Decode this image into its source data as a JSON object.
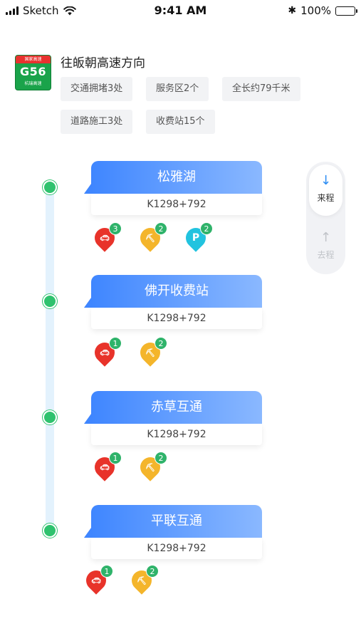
{
  "status_bar": {
    "carrier": "Sketch",
    "time": "9:41 AM",
    "battery": "100%"
  },
  "highway": {
    "code": "G56",
    "sign_top": "国家高速",
    "sign_bottom": "杭瑞高速"
  },
  "header": {
    "direction": "往皈朝高速方向",
    "tags": [
      "交通拥堵3处",
      "服务区2个",
      "全长约79千米",
      "道路施工3处",
      "收费站15个"
    ]
  },
  "direction_switch": {
    "active_label": "来程",
    "inactive_label": "去程",
    "active_icon": "arrow-down-icon",
    "inactive_icon": "arrow-up-icon"
  },
  "stations": [
    {
      "name": "松雅湖",
      "km": "K1298+792",
      "markers": [
        {
          "type": "traffic-jam",
          "icon": "car-icon",
          "count": "3",
          "color": "#e8332a"
        },
        {
          "type": "construction",
          "icon": "construction-icon",
          "count": "2",
          "color": "#f4b52b"
        },
        {
          "type": "service-area",
          "icon": "parking-icon",
          "count": "2",
          "color": "#22c3df"
        }
      ]
    },
    {
      "name": "佛开收费站",
      "km": "K1298+792",
      "markers": [
        {
          "type": "traffic-jam",
          "icon": "car-icon",
          "count": "1",
          "color": "#e8332a"
        },
        {
          "type": "construction",
          "icon": "construction-icon",
          "count": "2",
          "color": "#f4b52b"
        }
      ]
    },
    {
      "name": "赤草互通",
      "km": "K1298+792",
      "markers": [
        {
          "type": "traffic-jam",
          "icon": "car-icon",
          "count": "1",
          "color": "#e8332a"
        },
        {
          "type": "construction",
          "icon": "construction-icon",
          "count": "2",
          "color": "#f4b52b"
        }
      ]
    },
    {
      "name": "平联互通",
      "km": "K1298+792",
      "markers": [
        {
          "type": "traffic-jam",
          "icon": "car-icon",
          "count": "1",
          "color": "#e8332a"
        },
        {
          "type": "construction",
          "icon": "construction-icon",
          "count": "2",
          "color": "#f4b52b"
        }
      ]
    }
  ],
  "colors": {
    "accent": "#3f86ff",
    "node": "#2fc26e",
    "rail": "#e3f2fd"
  }
}
